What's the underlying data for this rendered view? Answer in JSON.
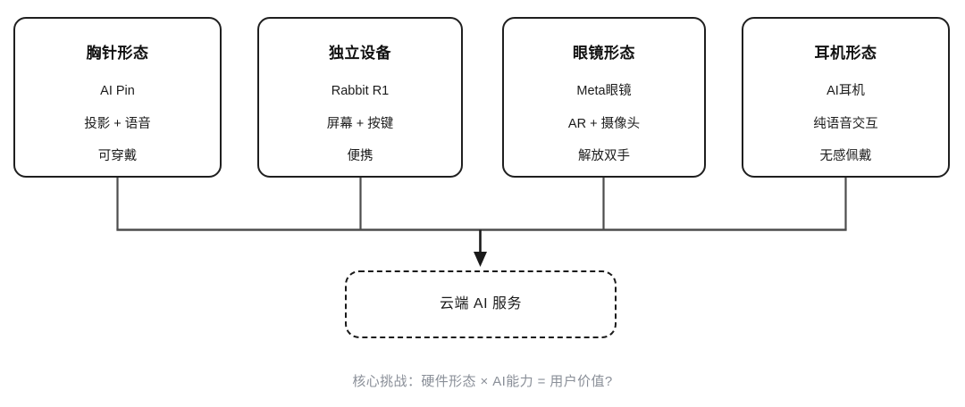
{
  "diagram": {
    "devices": [
      {
        "title": "胸针形态",
        "product": "AI Pin",
        "features": "投影 + 语音",
        "benefit": "可穿戴"
      },
      {
        "title": "独立设备",
        "product": "Rabbit R1",
        "features": "屏幕 + 按键",
        "benefit": "便携"
      },
      {
        "title": "眼镜形态",
        "product": "Meta眼镜",
        "features": "AR + 摄像头",
        "benefit": "解放双手"
      },
      {
        "title": "耳机形态",
        "product": "AI耳机",
        "features": "纯语音交互",
        "benefit": "无感佩戴"
      }
    ],
    "cloud_node": {
      "label": "云端 AI 服务"
    },
    "caption": "核心挑战：硬件形态 × AI能力 = 用户价值?",
    "colors": {
      "node_border": "#1f1f1f",
      "node_fill": "#ffffff",
      "connector": "#4d4d4d",
      "text": "#1b1b1b",
      "caption_text": "#8a8f98",
      "background": "#ffffff"
    }
  }
}
